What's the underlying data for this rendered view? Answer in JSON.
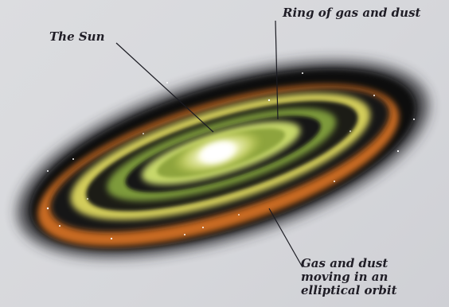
{
  "labels": {
    "sun": "The Sun",
    "ring": "Ring of gas and dust",
    "orbit": [
      "Gas and dust",
      "moving in an",
      "elliptical orbit"
    ]
  },
  "colors": {
    "background": "#d8d9dc",
    "outer_dust": "#0e0f10",
    "orange_band": "#c86a24",
    "yellow_band": "#d2cc5a",
    "green_band": "#7d9a3a",
    "sun_core": "#ffffe6",
    "leader_line": "#1b1b22"
  }
}
